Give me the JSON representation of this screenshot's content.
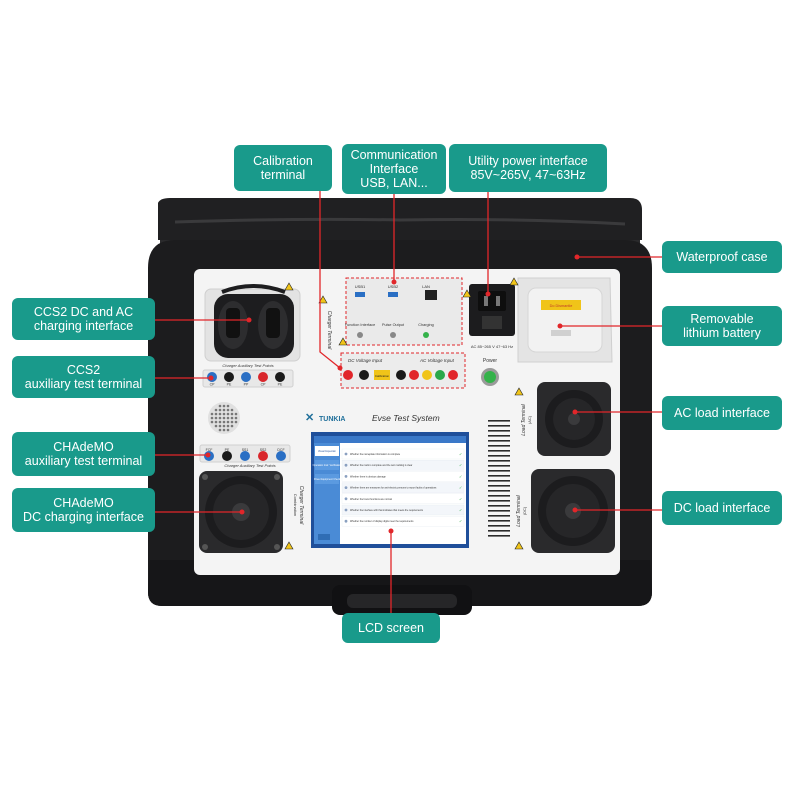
{
  "brand": {
    "logo_text": "TUNKIA",
    "system_title": "Evse Test System"
  },
  "device_labels": {
    "charger_terminal": "Charger Terminal",
    "charger_terminal_sub": "Combination",
    "charger_aux_points": "Charger Auxiliary Test Points",
    "load_terminal": "Load Terminal",
    "load_terminal_ac": "(AC)",
    "load_terminal_dc": "(DC)",
    "comm_ports": [
      "USB1",
      "USB2",
      "LAN"
    ],
    "comm_functions": [
      "Function Interface",
      "Pulse Output",
      "Charging"
    ],
    "dc_voltage_input": "DC Voltage Input",
    "ac_voltage_input": "AC Voltage Input",
    "power_spec": "AC  85~265 V  47~63 Hz",
    "power_label": "Power",
    "calibration_btn": "Calibration",
    "battery_warning": "Do Dismantle"
  },
  "ccs2_pins": [
    "CP",
    "PE",
    "PP",
    "CP",
    "PE"
  ],
  "chademo_pins": [
    "FCF",
    "PE",
    "SS1",
    "SS2",
    "DCF"
  ],
  "lcd": {
    "sidebar": [
      "Visual Inspection",
      "Operation Instr. Verification",
      "Power Equipment Check"
    ],
    "rows": [
      "Whether the nameplate information is complete",
      "Whether the mark is complete and the text marking is clear",
      "Whether there is obvious damage",
      "Whether there are measures for anti-electric persons to report faults of operations",
      "Whether the boost functions are normal",
      "Whether the interface with that indicates that meets the requirements",
      "Whether the number of display digits meet the requirements"
    ]
  },
  "callouts": {
    "calibration": "Calibration\nterminal",
    "communication": "Communication\nInterface\nUSB, LAN...",
    "utility": "Utility power interface\n85V~265V, 47~63Hz",
    "waterproof": "Waterproof case",
    "ccs2_dc_ac": "CCS2  DC and AC\ncharging interface",
    "battery": "Removable\nlithium battery",
    "ccs2_aux": "CCS2\nauxiliary test terminal",
    "ac_load": "AC load interface",
    "chademo_aux": "CHAdeMO\nauxiliary test terminal",
    "chademo_dc": "CHAdeMO\nDC charging interface",
    "dc_load": "DC load interface",
    "lcd": "LCD screen"
  },
  "colors": {
    "callout": "#199a8b",
    "leader": "#e1262a",
    "case": "#1c1c1e",
    "panel": "#f4f4f4"
  }
}
